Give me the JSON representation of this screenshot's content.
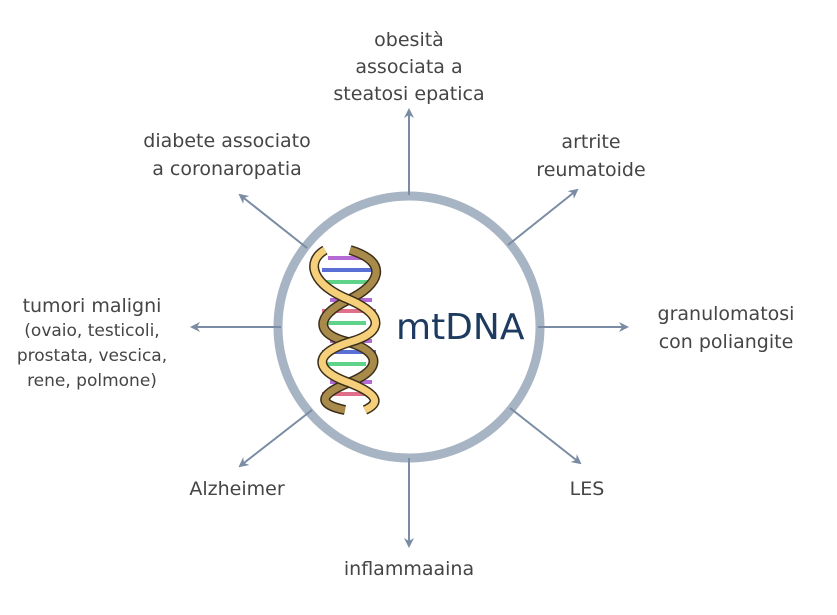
{
  "center_label": "mtDNA",
  "colors": {
    "ring": "#a7b4c3",
    "arrow": "#7a8ca4",
    "text": "#454545",
    "center_text": "#1d3a5f"
  },
  "nodes": {
    "top": [
      "obesità",
      "associata a",
      "steatosi epatica"
    ],
    "top_left": [
      "diabete associato",
      "a coronaropatia"
    ],
    "top_right": [
      "artrite",
      "reumatoide"
    ],
    "left": [
      "tumori maligni",
      "(ovaio, testicoli,",
      "prostata, vescica,",
      "rene, polmone)"
    ],
    "right": [
      "granulomatosi",
      "con poliangite"
    ],
    "bottom_left": [
      "Alzheimer"
    ],
    "bottom_right": [
      "LES"
    ],
    "bottom": [
      "inflammaaina"
    ]
  }
}
